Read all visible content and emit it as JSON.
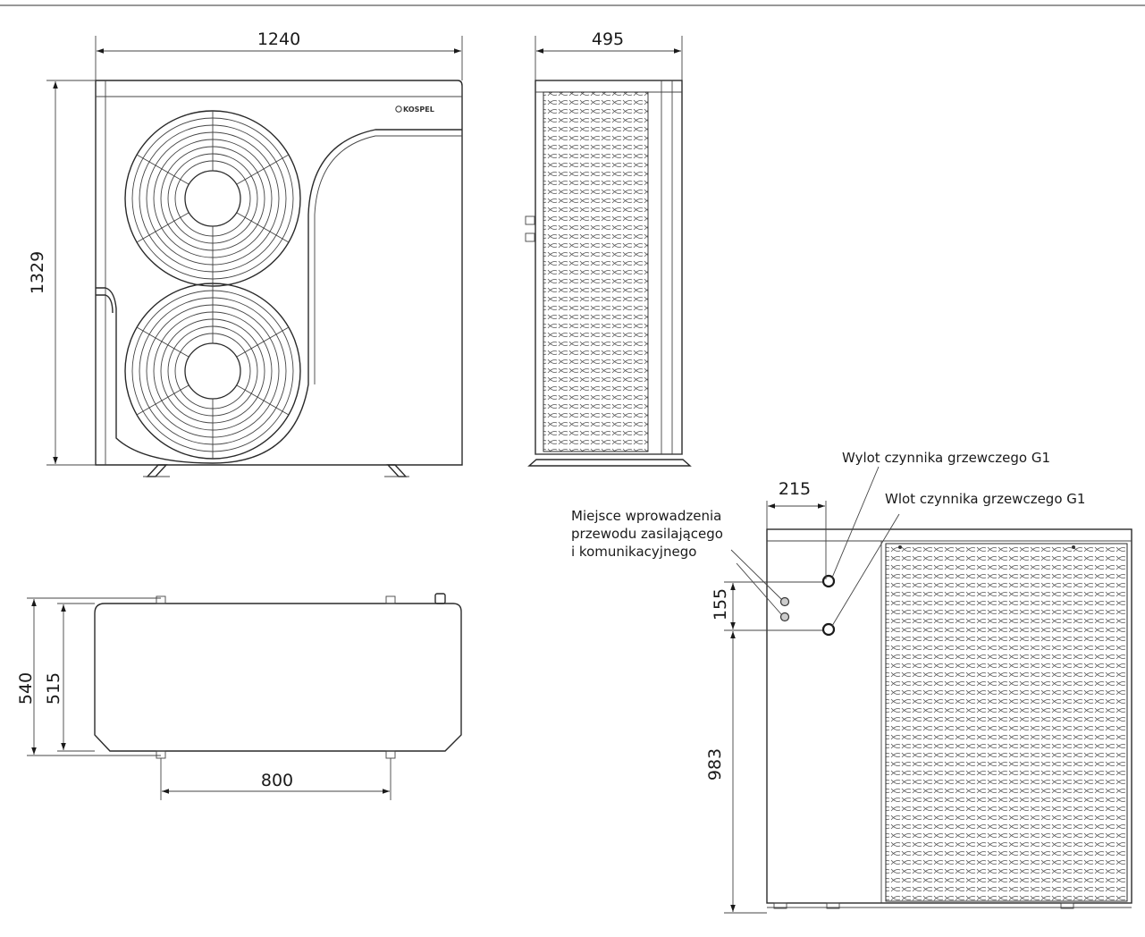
{
  "brand": "KOSPEL",
  "dimensions": {
    "width": "1240",
    "depth": "495",
    "height": "1329",
    "base_depth": "540",
    "inner_depth": "515",
    "feet_spacing": "800",
    "pipe_offset": "215",
    "pipe_spacing": "155",
    "lower_pipe_height": "983"
  },
  "labels": {
    "outlet": "Wylot czynnika grzewczego G1",
    "inlet": "Wlot czynnika grzewczego G1",
    "cable_entry_line1": "Miejsce wprowadzenia",
    "cable_entry_line2": "przewodu zasilającego",
    "cable_entry_line3": "i komunikacyjnego"
  }
}
